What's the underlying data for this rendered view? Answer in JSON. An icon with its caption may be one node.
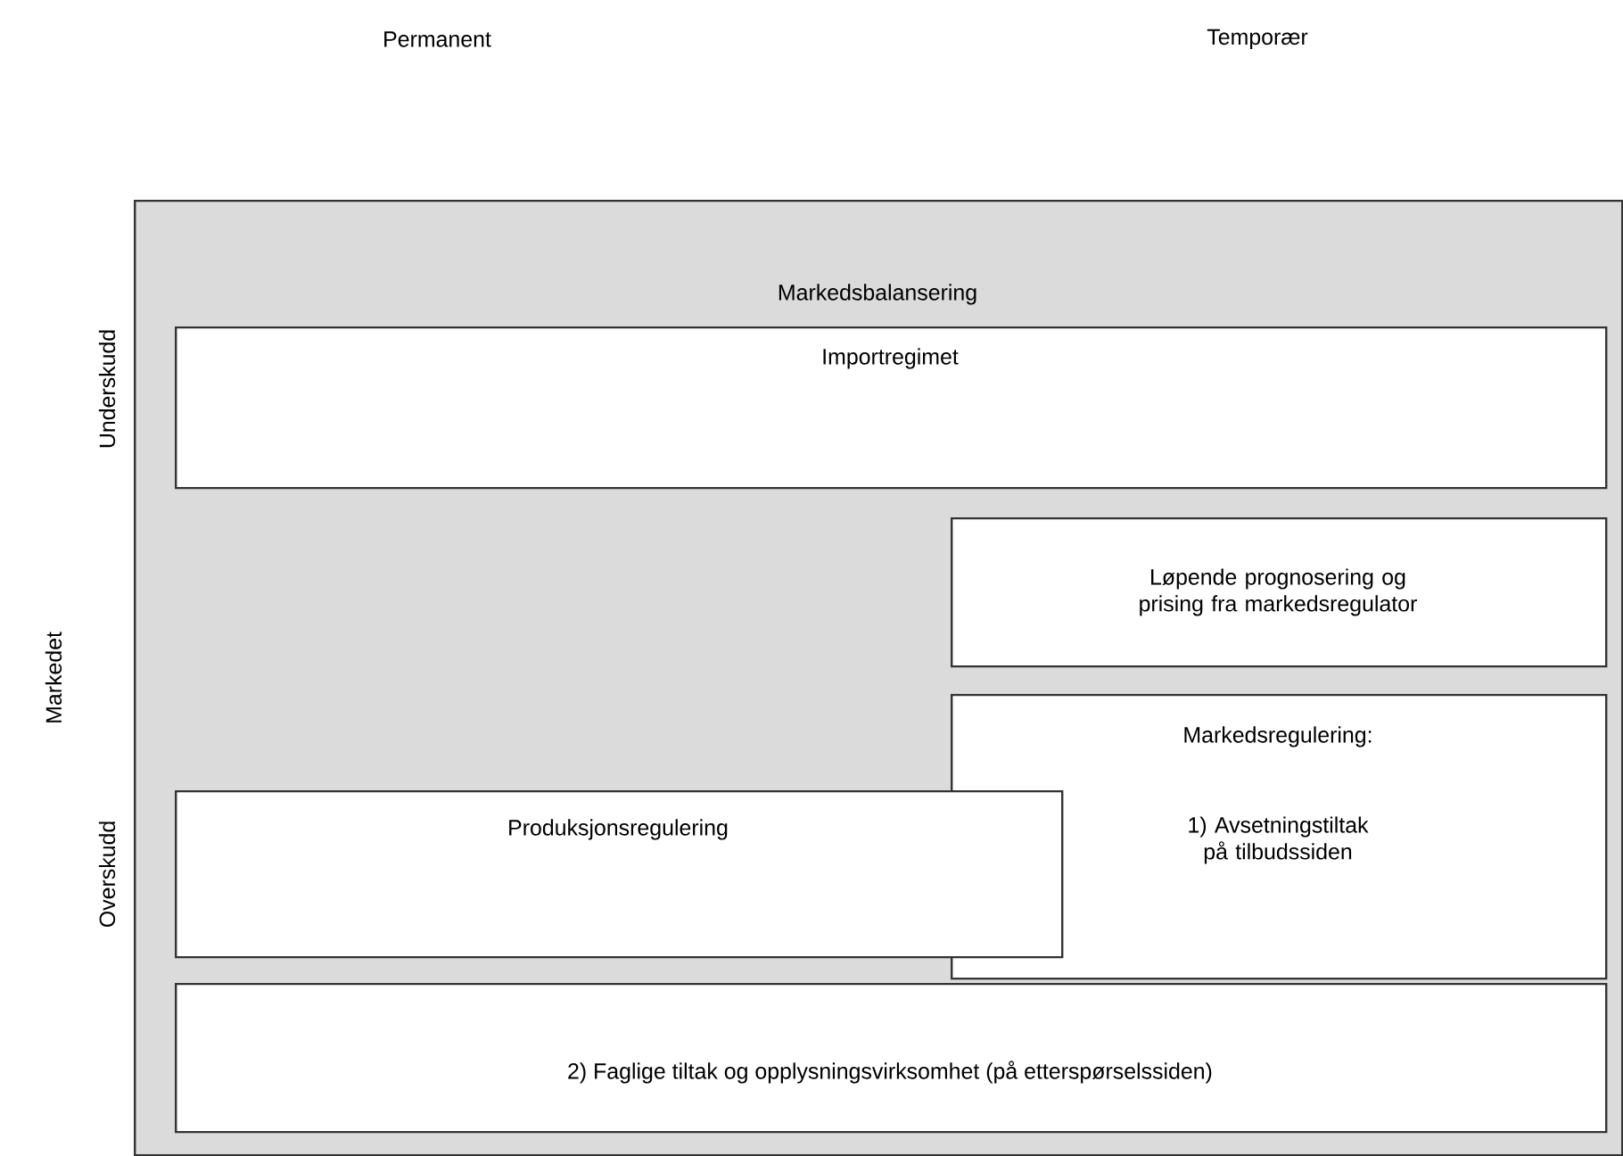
{
  "diagram": {
    "nodes": [
      {
        "text": [
          "Markedsbalansering"
        ]
      },
      {
        "text": [
          "Importregimet"
        ],
        "in": 0
      },
      {
        "text": [
          "Løpende prognosering og prising fra markedsregulator"
        ],
        "in": 0
      },
      {
        "text": [
          "Markedsregulering:",
          "1) Avsetningstiltak på tilbudssiden"
        ],
        "in": 0
      },
      {
        "text": [
          "Produksjonsregulering"
        ],
        "in": 0
      },
      {
        "text": [
          "2) Faglige tiltak og opplysningsvirksomhet (på etterspørselssiden)"
        ],
        "in": 0
      }
    ],
    "edges": [],
    "labels": [
      "Permanent",
      "Temporær",
      "Markedet",
      "Underskudd",
      "Overskudd"
    ]
  }
}
